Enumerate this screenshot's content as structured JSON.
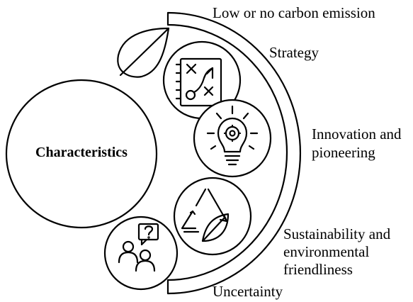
{
  "center": {
    "label": "Characteristics"
  },
  "items": [
    {
      "label": "Low or no carbon emission",
      "icon": "leaf-icon"
    },
    {
      "label": "Strategy",
      "icon": "strategy-plan-icon"
    },
    {
      "label": "Innovation and",
      "label2": "pioneering",
      "icon": "lightbulb-gear-icon"
    },
    {
      "label": "Sustainability and",
      "label2": "environmental",
      "label3": "friendliness",
      "icon": "recycle-leaf-icon"
    },
    {
      "label": "Uncertainty",
      "icon": "people-question-icon"
    }
  ],
  "colors": {
    "stroke": "#000000",
    "background": "#ffffff"
  }
}
